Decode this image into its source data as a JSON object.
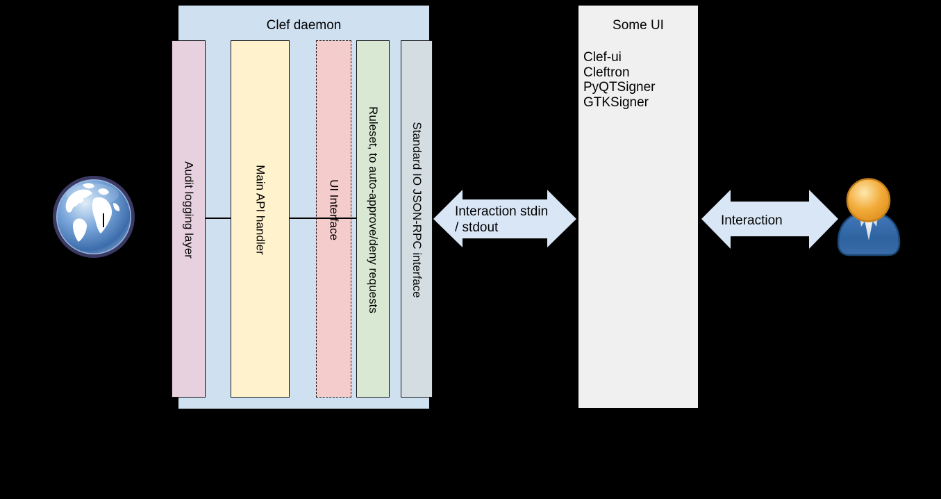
{
  "background_color": "#000000",
  "clef_daemon": {
    "title": "Clef daemon",
    "fill": "#cfe0f1",
    "bars": [
      {
        "label": "Audit logging layer",
        "fill": "#e8d1de",
        "border": "solid"
      },
      {
        "label": "Main API handler",
        "fill": "#fff2cc",
        "border": "solid"
      },
      {
        "label": "UI Interface",
        "fill": "#f5cccc",
        "border": "dashed"
      },
      {
        "label": "Ruleset, to auto-approve/deny requests",
        "fill": "#d9e8d3",
        "border": "solid"
      },
      {
        "label": "Standard IO JSON-RPC interface",
        "fill": "#d4dee2",
        "border": "solid"
      }
    ]
  },
  "some_ui": {
    "title": "Some UI",
    "fill": "#f0f0f0",
    "items": [
      "Clef-ui",
      "Cleftron",
      "PyQTSigner",
      "GTKSigner"
    ]
  },
  "arrows": {
    "fill": "#d9e6f5",
    "left_arrow": {
      "label_line1": "Interaction stdin",
      "label_line2": "/ stdout"
    },
    "right_arrow": {
      "label": "Interaction"
    }
  },
  "icons": {
    "globe": "globe-icon",
    "user": "user-icon"
  }
}
